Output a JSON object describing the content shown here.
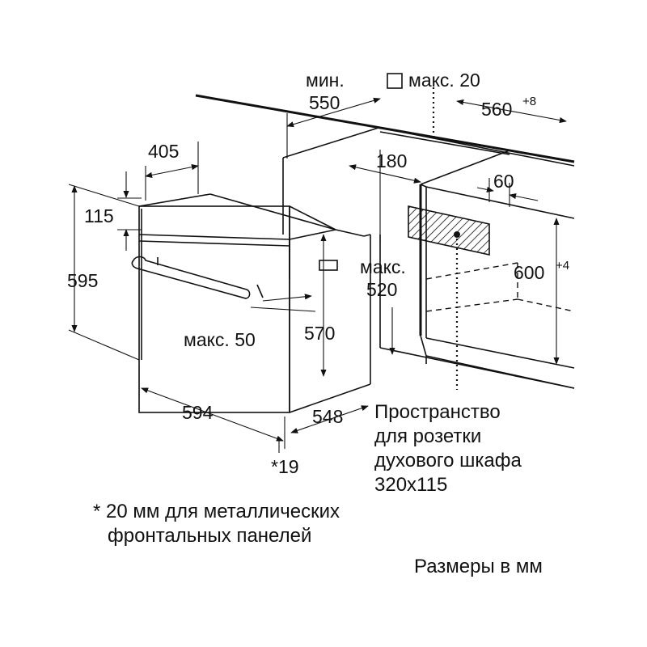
{
  "dimensions": {
    "min_label": "мин.",
    "d550": "550",
    "max20": "макс. 20",
    "d560": "560",
    "d560_tol": "+8",
    "d405": "405",
    "d180": "180",
    "d60": "60",
    "d115": "115",
    "d595": "595",
    "max_label": "макс.",
    "d520": "520",
    "d600": "600",
    "d600_tol": "+4",
    "max50": "макс. 50",
    "d570": "570",
    "d594": "594",
    "d548": "548",
    "d19": "*19"
  },
  "socket_note": {
    "line1": "Пространство",
    "line2": "для розетки",
    "line3": "духового шкафа",
    "line4": "320x115"
  },
  "footnote": {
    "line1": "* 20 мм для металлических",
    "line2": "фронтальных панелей"
  },
  "units_note": "Размеры в мм",
  "colors": {
    "line": "#111111",
    "background": "#ffffff"
  }
}
